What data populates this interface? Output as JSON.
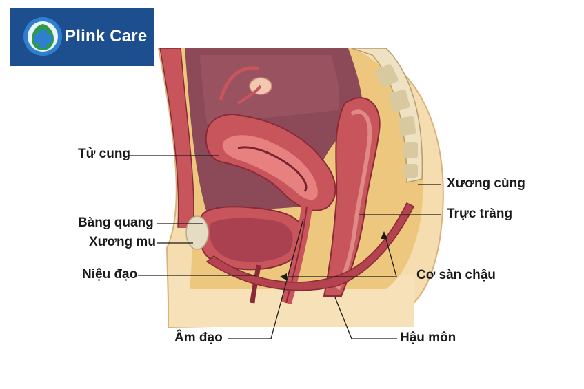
{
  "brand": {
    "name": "Plink Care"
  },
  "labels": {
    "uterus": "Tử cung",
    "bladder": "Bàng quang",
    "pubic_bone": "Xương mu",
    "urethra": "Niệu đạo",
    "vagina": "Âm đạo",
    "sacrum": "Xương cùng",
    "rectum": "Trực tràng",
    "pelvic_floor": "Cơ sàn chậu",
    "anus": "Hậu môn"
  },
  "colors": {
    "brand_blue": "#1d4f8f",
    "tissue_light": "#f5d9a8",
    "tissue_mid": "#e9c27a",
    "organ_red": "#c8505a",
    "organ_dark": "#8a2a36",
    "cavity": "#8c4a58"
  }
}
